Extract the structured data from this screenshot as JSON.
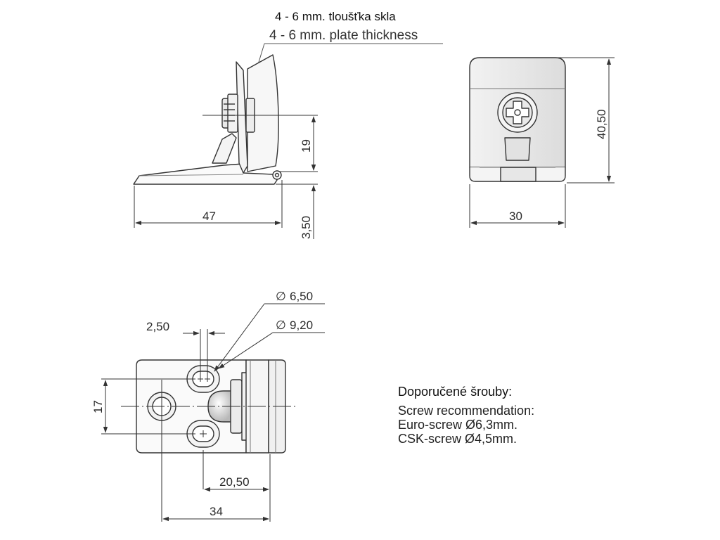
{
  "header": {
    "cz": "4 - 6 mm. tloušťka skla",
    "en": "4 - 6 mm. plate thickness"
  },
  "dimensions": {
    "side_height": "19",
    "side_length": "47",
    "side_offset": "3,50",
    "front_width": "30",
    "front_height": "40,50",
    "top_hole_small": "6,50",
    "top_hole_large": "9,20",
    "top_slot": "2,50",
    "top_spacing": "17",
    "top_offset": "20,50",
    "top_length": "34"
  },
  "diameter_symbol": "∅",
  "screws": {
    "title": "Doporučené šrouby:",
    "line1": "Screw recommendation:",
    "line2": "Euro-screw Ø6,3mm.",
    "line3": "CSK-screw Ø4,5mm."
  }
}
